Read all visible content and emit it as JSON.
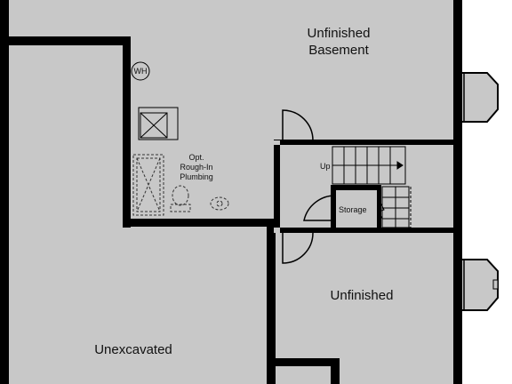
{
  "labels": {
    "unfinished_basement_line1": "Unfinished",
    "unfinished_basement_line2": "Basement",
    "water_heater": "WH",
    "rough_in_line1": "Opt.",
    "rough_in_line2": "Rough-In",
    "rough_in_line3": "Plumbing",
    "stairs_up": "Up",
    "storage": "Storage",
    "unfinished": "Unfinished",
    "unexcavated": "Unexcavated"
  },
  "colors": {
    "floor": "#c8c8c8",
    "wall": "#000000",
    "outside": "#ffffff",
    "fixture_stroke": "#333333"
  }
}
